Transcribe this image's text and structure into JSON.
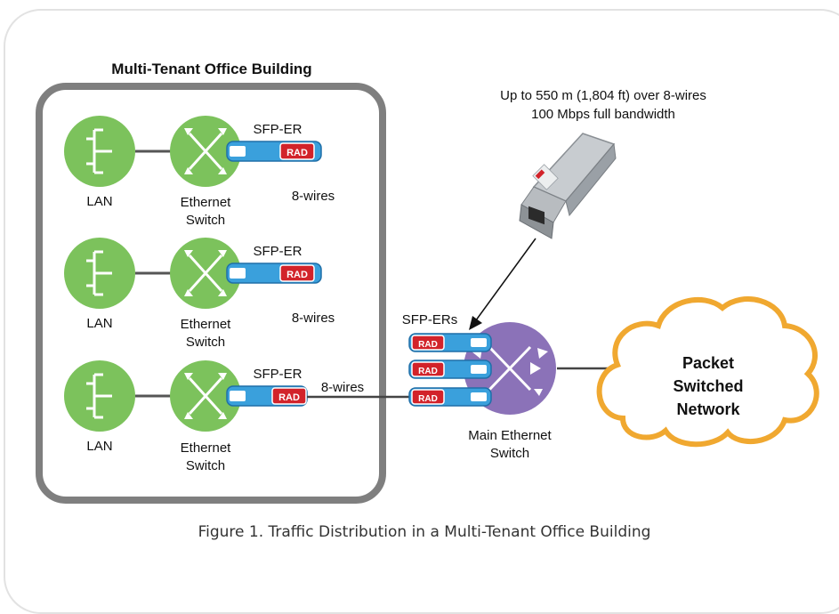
{
  "building": {
    "title": "Multi-Tenant Office Building"
  },
  "spec": {
    "line1": "Up to 550 m (1,804 ft) over 8-wires",
    "line2": "100 Mbps full bandwidth"
  },
  "rows": [
    {
      "lan_label": "LAN",
      "switch_line1": "Ethernet",
      "switch_line2": "Switch",
      "sfp_label": "SFP-ER",
      "wires_label": "8-wires"
    },
    {
      "lan_label": "LAN",
      "switch_line1": "Ethernet",
      "switch_line2": "Switch",
      "sfp_label": "SFP-ER",
      "wires_label": "8-wires"
    },
    {
      "lan_label": "LAN",
      "switch_line1": "Ethernet",
      "switch_line2": "Switch",
      "sfp_label": "SFP-ER",
      "wires_label": "8-wires"
    }
  ],
  "sfp_brand": "RAD",
  "main_switch": {
    "sfp_group_label": "SFP-ERs",
    "line1": "Main Ethernet",
    "line2": "Switch"
  },
  "cloud": {
    "line1": "Packet",
    "line2": "Switched",
    "line3": "Network"
  },
  "caption": "Figure 1.  Traffic Distribution in a Multi-Tenant Office Building",
  "colors": {
    "green": "#7cc25c",
    "purple": "#8b72b8",
    "cloud_outline": "#f0a830",
    "sfp_blue": "#3aa0dc",
    "sfp_red": "#d2232a",
    "building_border": "#7f7f7f"
  }
}
